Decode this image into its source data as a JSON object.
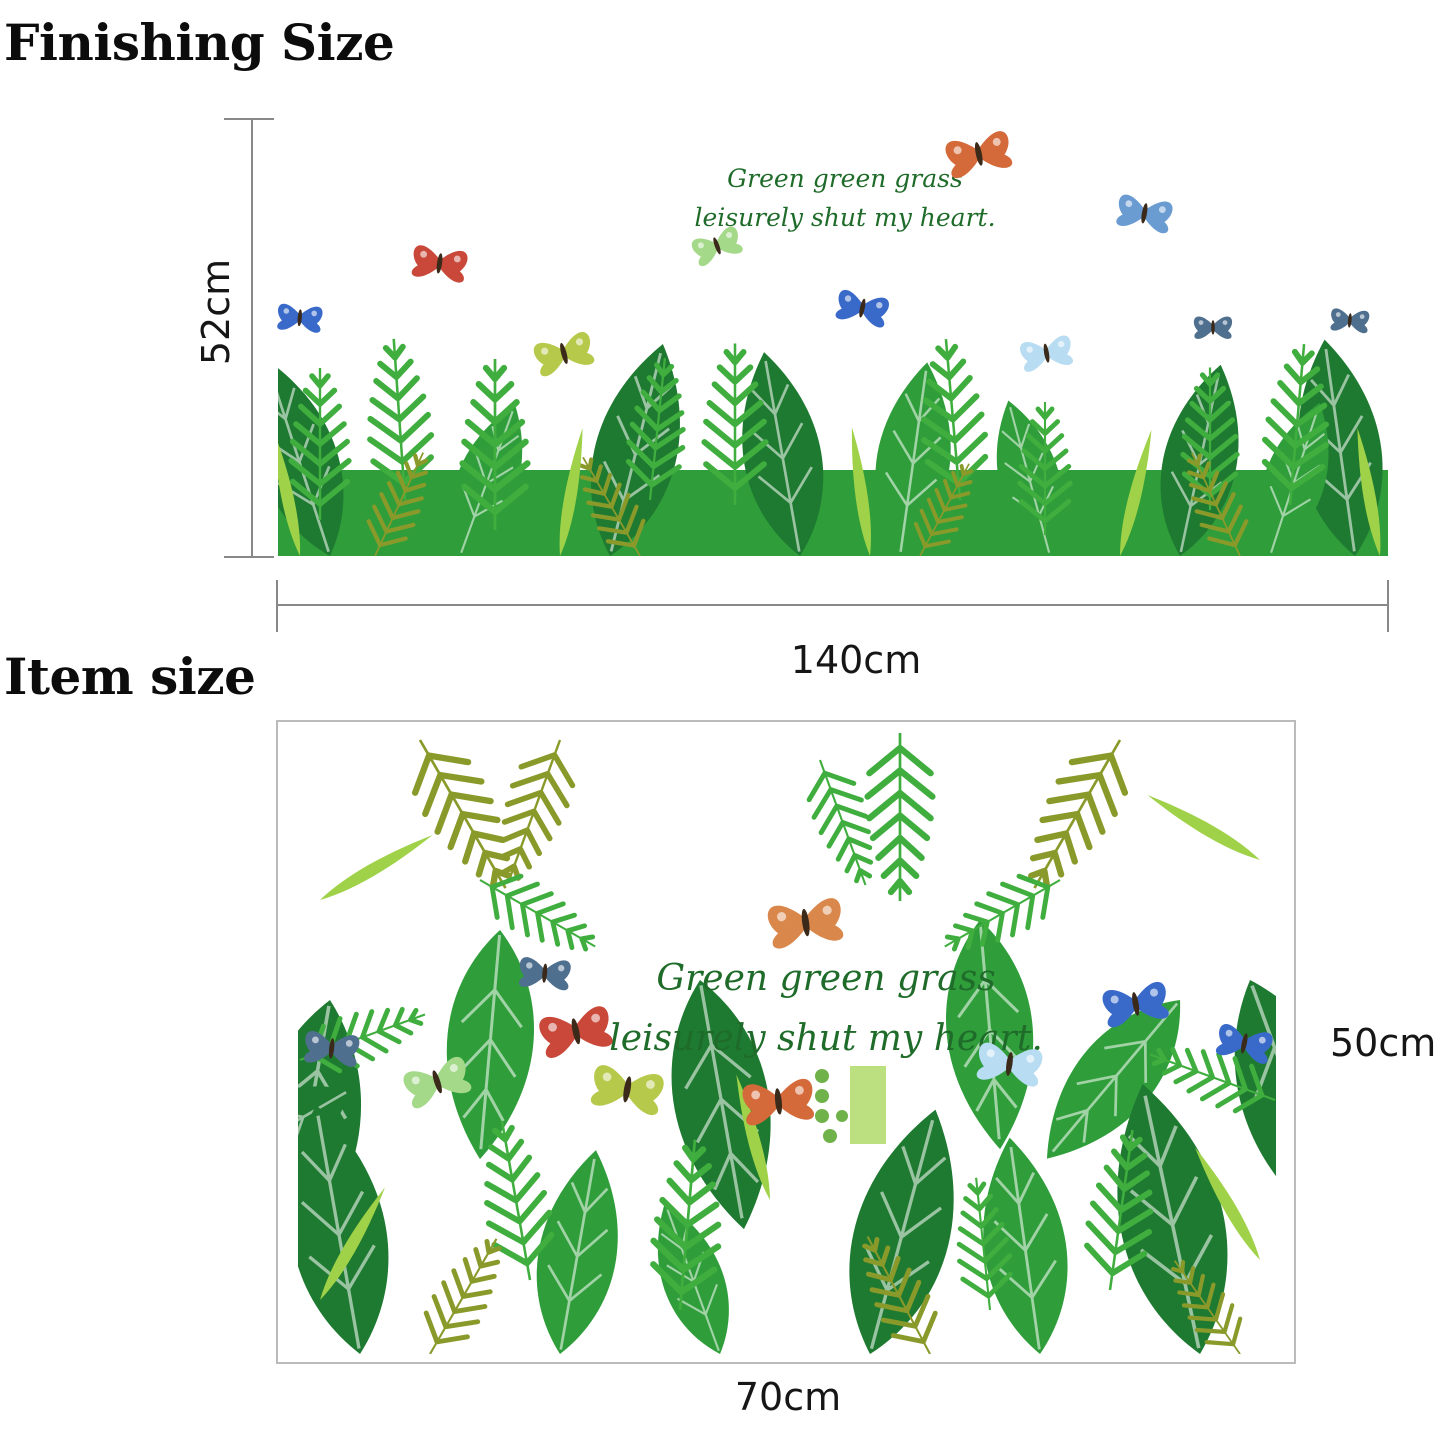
{
  "sections": {
    "finishing": {
      "heading": "Finishing Size",
      "height_label": "52cm",
      "width_label": "140cm"
    },
    "item": {
      "heading": "Item size",
      "height_label": "50cm",
      "width_label": "70cm"
    }
  },
  "decal_text": {
    "line1": "Green green grass",
    "line2": "leisurely shut my heart."
  },
  "colors": {
    "leaf_dark": "#1e7a30",
    "leaf_mid": "#2f9e3a",
    "leaf_light": "#66c24a",
    "leaf_lime": "#9fd248",
    "fern_olive": "#8a9a2a",
    "dimension_line": "#888888",
    "quote_text": "#1f6b2a"
  }
}
